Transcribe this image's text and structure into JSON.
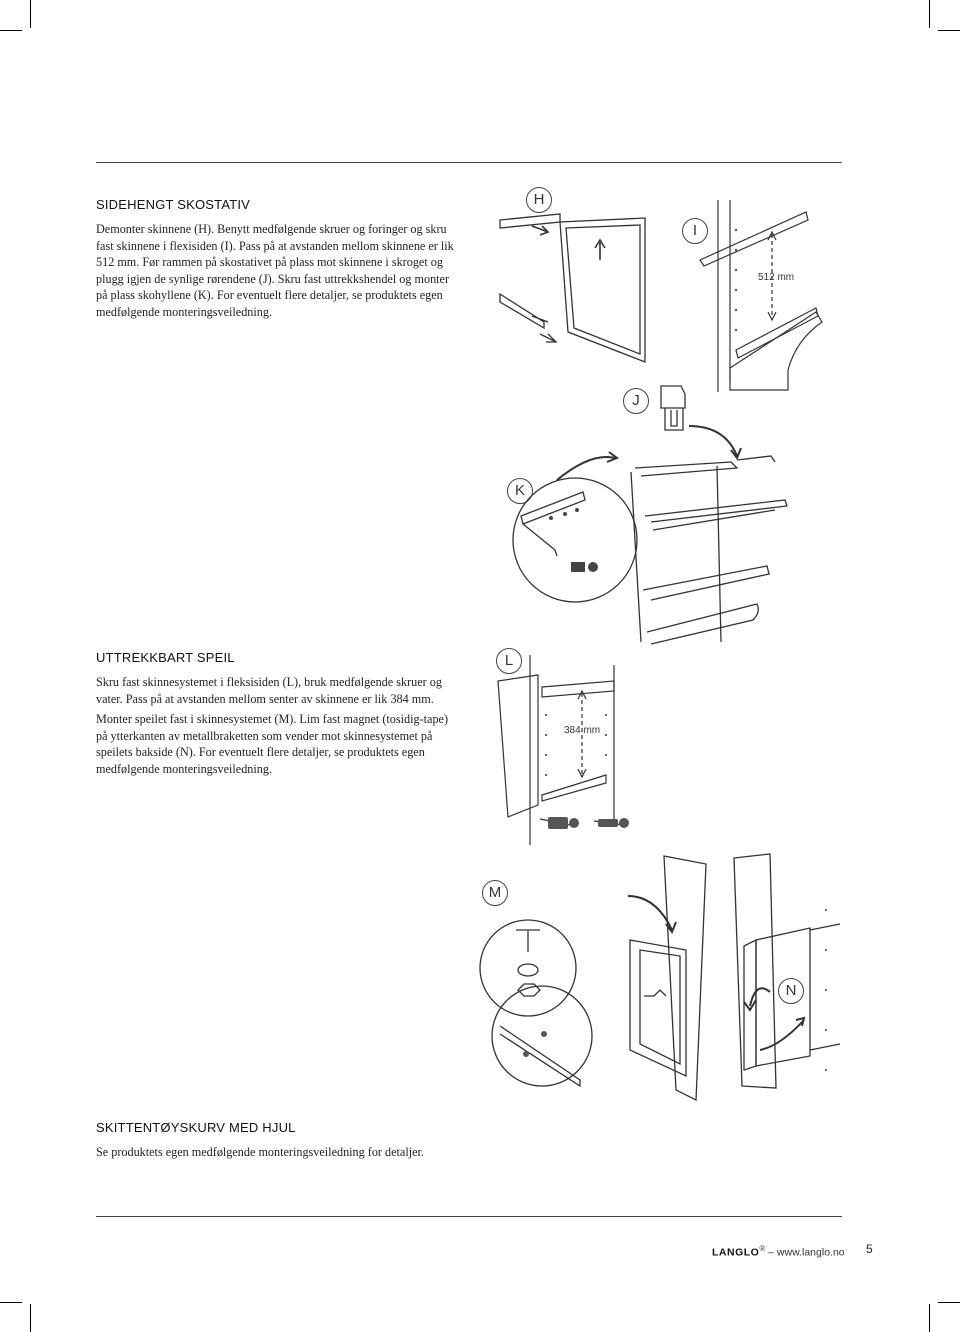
{
  "sections": [
    {
      "heading": "SIDEHENGT SKOSTATIV",
      "paragraphs": [
        "Demonter skinnene (H). Benytt medfølgende skruer og foringer og skru fast skinnene i flexisiden (I). Pass på at avstanden mellom skinnene er lik 512 mm. Før rammen på skostativet på plass mot skinnene i skroget og plugg igjen de synlige rørendene (J). Skru fast uttrekkshendel og monter på plass skohyllene (K). For eventuelt flere detaljer, se produktets egen medfølgende monteringsveiledning."
      ]
    },
    {
      "heading": "UTTREKKBART SPEIL",
      "paragraphs": [
        "Skru fast skinnesystemet i fleksisiden (L), bruk medfølgende skruer og vater. Pass på at avstanden mellom senter av skinnene er lik 384 mm.",
        "Monter speilet fast i skinnesystemet (M). Lim fast magnet (tosidig-tape) på ytterkanten av metallbraketten som vender mot skinnesystemet på speilets bakside (N). For eventuelt flere detaljer, se produktets egen medfølgende monteringsveiledning."
      ]
    },
    {
      "heading": "SKITTENTØYSKURV MED HJUL",
      "paragraphs": [
        "Se produktets egen medfølgende monteringsveiledning for detaljer."
      ]
    }
  ],
  "figures": {
    "h": {
      "label": "H"
    },
    "i": {
      "label": "I",
      "dimension": "512 mm"
    },
    "j": {
      "label": "J"
    },
    "k": {
      "label": "K"
    },
    "l": {
      "label": "L",
      "dimension": "384 mm"
    },
    "m": {
      "label": "M"
    },
    "n": {
      "label": "N"
    }
  },
  "footer": {
    "brand": "LANGLO",
    "registered": "®",
    "separator": " – ",
    "url": "www.langlo.no",
    "page_number": "5"
  }
}
